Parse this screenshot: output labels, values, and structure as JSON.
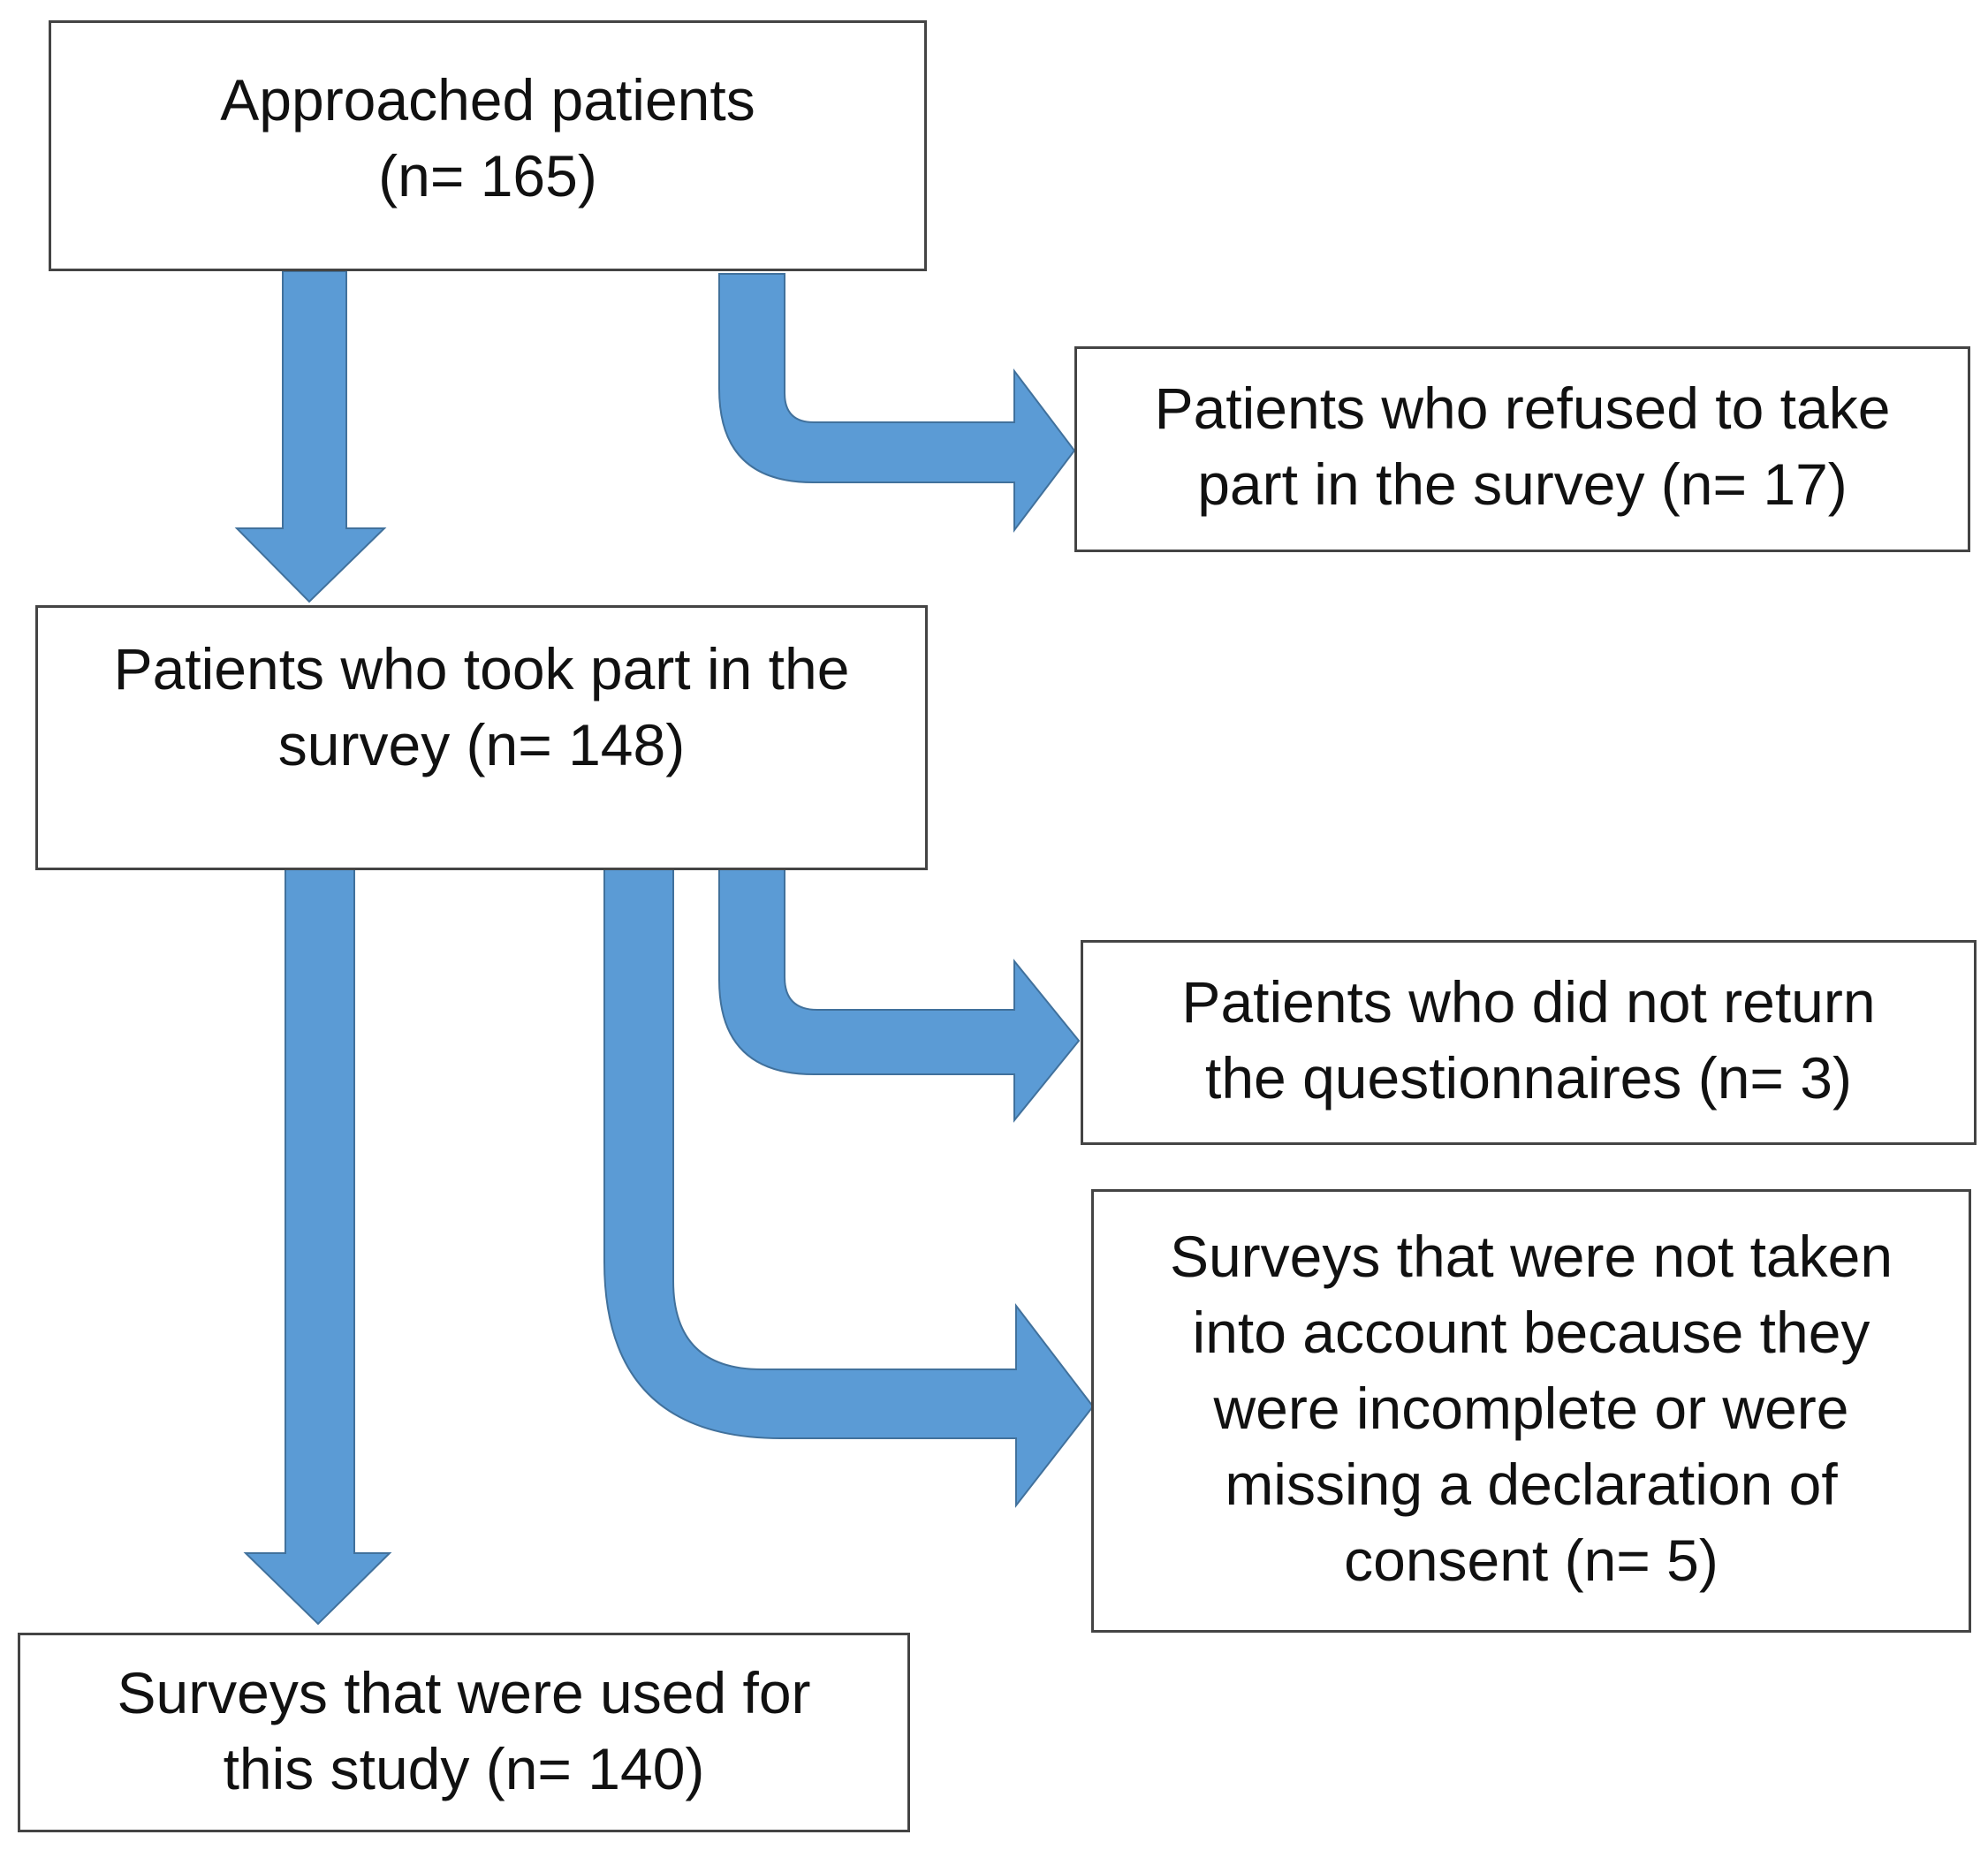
{
  "flow": {
    "approached": {
      "line1": "Approached patients",
      "line2": "(n= 165)"
    },
    "refused": {
      "line1": "Patients who refused to take",
      "line2": "part in the survey (n= 17)"
    },
    "took_part": {
      "line1": "Patients who took part in the",
      "line2": "survey (n= 148)"
    },
    "not_returned": {
      "line1": "Patients who did not return",
      "line2": "the questionnaires (n= 3)"
    },
    "incomplete": {
      "line1": "Surveys that were not taken",
      "line2": "into account because they",
      "line3": "were incomplete or were",
      "line4": "missing a declaration of",
      "line5": "consent (n= 5)"
    },
    "used": {
      "line1": "Surveys that were used for",
      "line2": "this study (n= 140)"
    }
  },
  "colors": {
    "arrow_fill": "#5b9bd5",
    "arrow_stroke": "#41719c",
    "box_border": "#444444",
    "text": "#111111"
  }
}
